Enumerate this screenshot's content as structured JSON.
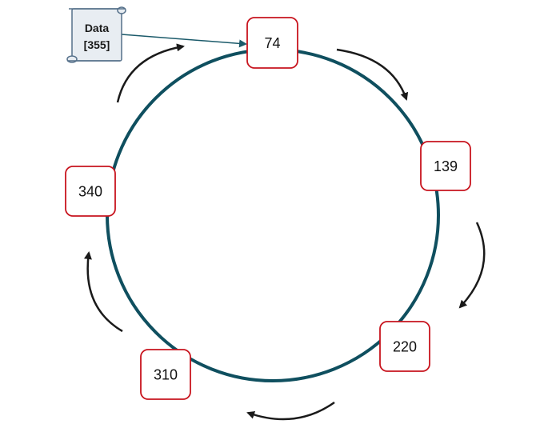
{
  "colors": {
    "ring": "#0f4f5f",
    "node_border": "#c8141e",
    "node_fill": "#ffffff",
    "arrow": "#1a1a1a",
    "pointer": "#1b5a6a",
    "scroll_fill": "#e8edf2",
    "scroll_border": "#55708a"
  },
  "ring": {
    "nodes": [
      {
        "label": "74"
      },
      {
        "label": "139"
      },
      {
        "label": "220"
      },
      {
        "label": "310"
      },
      {
        "label": "340"
      }
    ],
    "direction": "clockwise"
  },
  "data_item": {
    "title": "Data",
    "value": "[355]",
    "icon": "scroll-icon",
    "points_to": "74"
  }
}
